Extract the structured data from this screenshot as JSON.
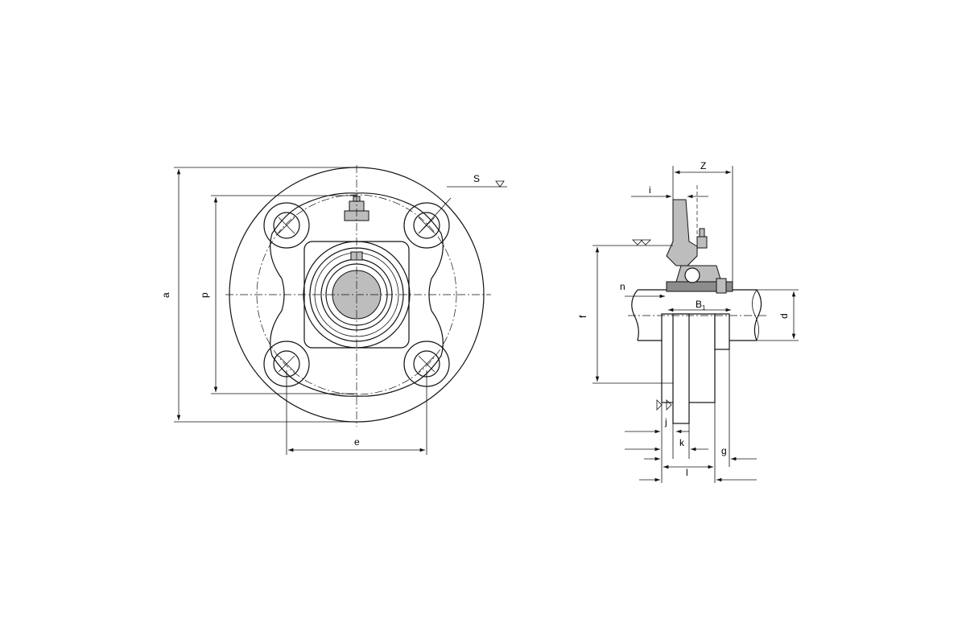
{
  "labels": {
    "a": "a",
    "p": "p",
    "e": "e",
    "s": "S",
    "z": "Z",
    "i": "i",
    "n": "n",
    "f": "f",
    "b1_main": "B",
    "b1_sub": "1",
    "d": "d",
    "j": "j",
    "k": "k",
    "g": "g",
    "l": "l"
  }
}
